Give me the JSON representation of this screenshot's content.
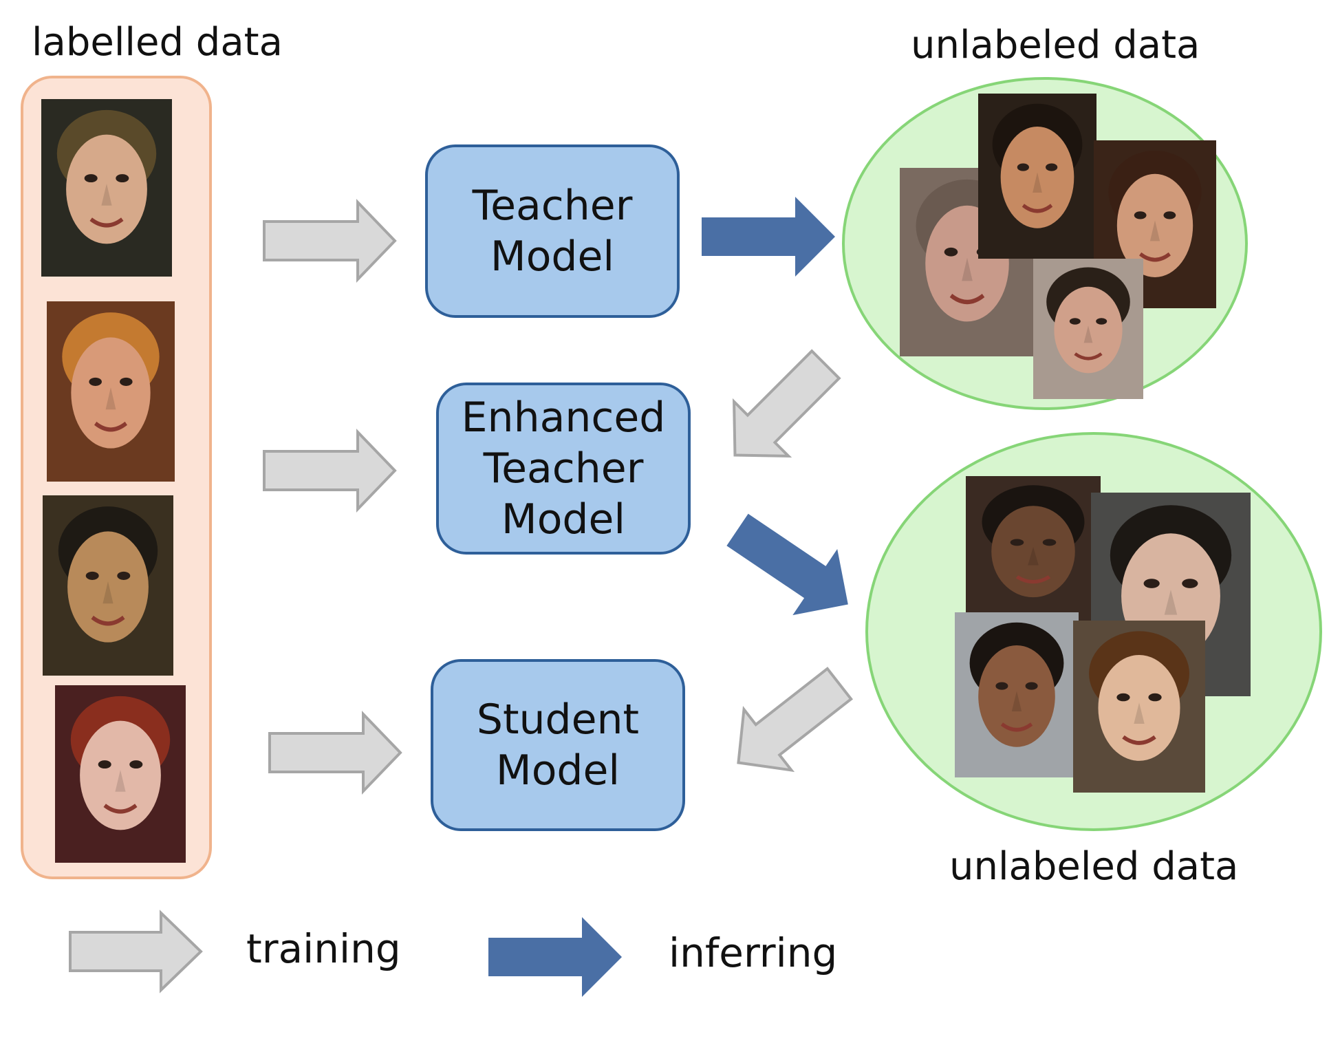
{
  "labels": {
    "labelled_data": "labelled data",
    "unlabeled_data_top": "unlabeled data",
    "unlabeled_data_bottom": "unlabeled data"
  },
  "models": {
    "teacher": [
      "Teacher",
      "Model"
    ],
    "enhanced_teacher": [
      "Enhanced",
      "Teacher",
      "Model"
    ],
    "student": [
      "Student",
      "Model"
    ]
  },
  "legend": {
    "training": "training",
    "inferring": "inferring"
  },
  "colors": {
    "model_fill": "#a7c9ec",
    "model_border": "#2e5f99",
    "labelled_panel_fill": "#fce3d6",
    "labelled_panel_border": "#f0b38c",
    "unlabeled_fill": "#d7f5cf",
    "unlabeled_border": "#86d577",
    "training_arrow_fill": "#d9d9d9",
    "training_arrow_border": "#a6a6a6",
    "inferring_arrow_fill": "#4a6fa5"
  },
  "icons": {
    "training_arrow": "hollow-gray-arrow",
    "inferring_arrow": "solid-blue-arrow",
    "face_photo": "face-photo"
  }
}
